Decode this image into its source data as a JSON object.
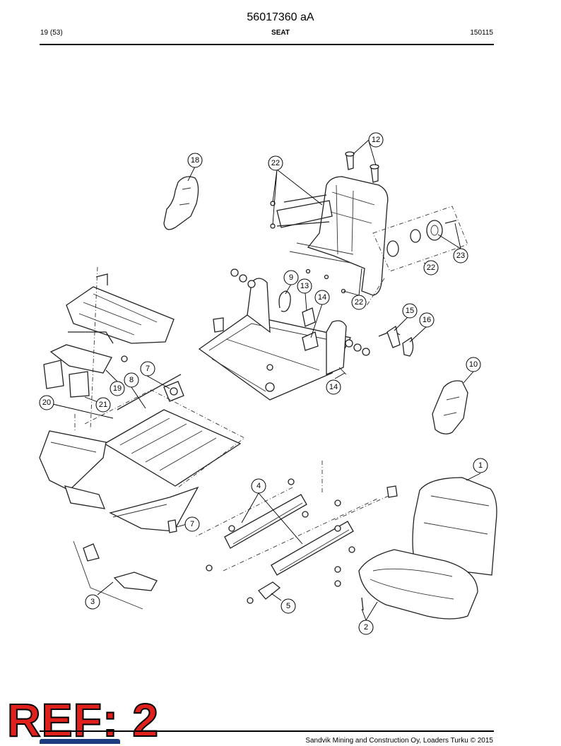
{
  "header": {
    "doc_number": "56017360 aA",
    "page_count": "19 (53)",
    "section_title": "SEAT",
    "date_code": "150115"
  },
  "footer": {
    "copyright": "Sandvik Mining and Construction Oy, Loaders Turku © 2015",
    "ref_stamp": "REF: 2"
  },
  "callouts": [
    {
      "id": "c12",
      "label": "12"
    },
    {
      "id": "c18",
      "label": "18"
    },
    {
      "id": "c22a",
      "label": "22"
    },
    {
      "id": "c9",
      "label": "9"
    },
    {
      "id": "c13",
      "label": "13"
    },
    {
      "id": "c14a",
      "label": "14"
    },
    {
      "id": "c22b",
      "label": "22"
    },
    {
      "id": "c22c",
      "label": "22"
    },
    {
      "id": "c23",
      "label": "23"
    },
    {
      "id": "c15",
      "label": "15"
    },
    {
      "id": "c16",
      "label": "16"
    },
    {
      "id": "c14b",
      "label": "14"
    },
    {
      "id": "c10",
      "label": "10"
    },
    {
      "id": "c7a",
      "label": "7"
    },
    {
      "id": "c8",
      "label": "8"
    },
    {
      "id": "c19",
      "label": "19"
    },
    {
      "id": "c20",
      "label": "20"
    },
    {
      "id": "c21",
      "label": "21"
    },
    {
      "id": "c4",
      "label": "4"
    },
    {
      "id": "c1",
      "label": "1"
    },
    {
      "id": "c7b",
      "label": "7"
    },
    {
      "id": "c3",
      "label": "3"
    },
    {
      "id": "c5",
      "label": "5"
    },
    {
      "id": "c2",
      "label": "2"
    }
  ]
}
